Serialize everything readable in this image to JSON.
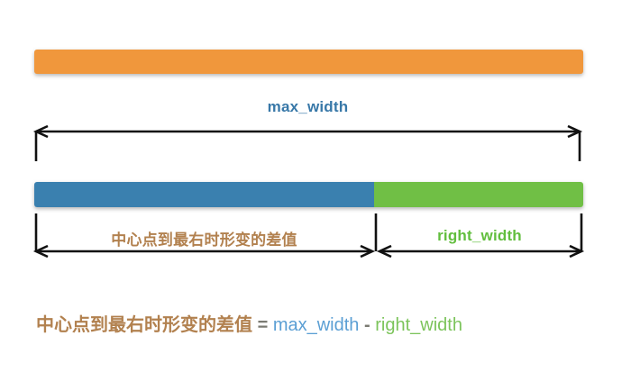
{
  "colors": {
    "orange_bar": "#F0973C",
    "blue_bar": "#3A80AF",
    "green_bar": "#70BF45",
    "max_width_label": "#3878A8",
    "center_label": "#B2814F",
    "right_width_label": "#62BE3E",
    "formula_blue": "#5B9FD4",
    "formula_green": "#7CC45B",
    "formula_operator": "#7A7A72",
    "arrow": "#111111"
  },
  "diagram": {
    "max_width_label": "max_width",
    "center_diff_label": "中心点到最右时形变的差值",
    "right_width_label": "right_width"
  },
  "formula": {
    "term_center": "中心点到最右时形变的差值",
    "equals": "=",
    "term_max": "max_width",
    "minus": "-",
    "term_right": "right_width"
  }
}
